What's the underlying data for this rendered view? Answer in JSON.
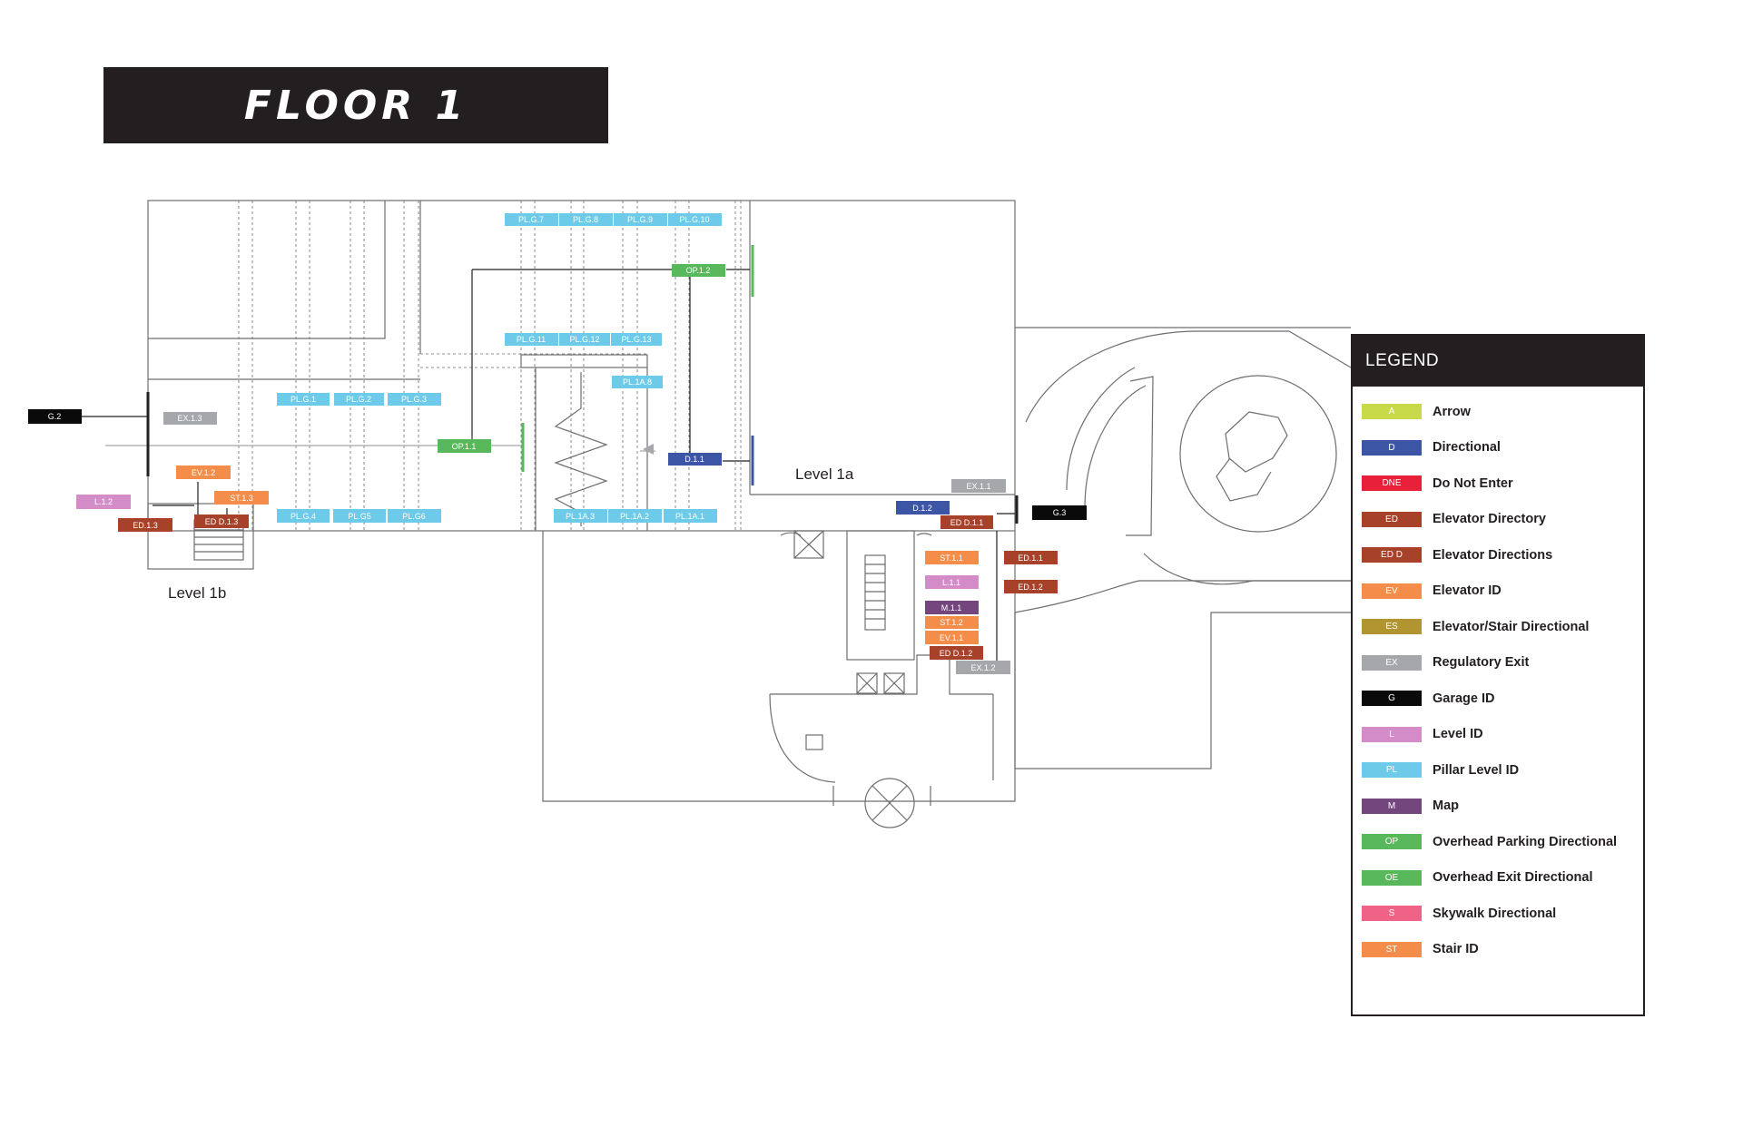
{
  "title": "FLOOR 1",
  "level_labels": {
    "level_1a": "Level 1a",
    "level_1b": "Level 1b"
  },
  "colors": {
    "arrow": "#c8d94a",
    "directional": "#3d55a5",
    "do_not_enter": "#e8203a",
    "elevator_directory": "#a8412a",
    "elevator_id": "#f58d4a",
    "elevator_stair_directional": "#b09530",
    "regulatory_exit": "#a5a7aa",
    "garage_id": "#0a0a0a",
    "level_id": "#d48cc8",
    "pillar_level_id": "#6dcae8",
    "map": "#74467e",
    "overhead_directional": "#5ab85c",
    "skywalk_directional": "#f06288",
    "stair_id": "#f58d4a"
  },
  "signs": {
    "pl_g7": "PL.G.7",
    "pl_g8": "PL.G.8",
    "pl_g9": "PL.G.9",
    "pl_g10": "PL.G.10",
    "op_1_2": "OP.1.2",
    "pl_g11": "PL.G.11",
    "pl_g12": "PL.G.12",
    "pl_g13": "PL.G.13",
    "pl_1a8": "PL.1A.8",
    "pl_g1": "PL.G.1",
    "pl_g2": "PL.G.2",
    "pl_g3": "PL.G.3",
    "g2": "G.2",
    "ex_1_3": "EX.1.3",
    "op_1_1": "OP.1.1",
    "d_1_1": "D.1.1",
    "ev_1_2": "EV.1.2",
    "st_1_3": "ST.1.3",
    "l_1_2": "L.1.2",
    "ed_1_3": "ED.1.3",
    "edd_1_3": "ED D.1.3",
    "pl_g4": "PL.G.4",
    "pl_g5": "PL.G5",
    "pl_g6": "PL.G6",
    "pl_1a3": "PL.1A.3",
    "pl_1a2": "PL.1A.2",
    "pl_1a1": "PL.1A.1",
    "ex_1_1": "EX.1.1",
    "d_1_2": "D.1.2",
    "edd_1_1": "ED D.1.1",
    "g3": "G.3",
    "st_1_1": "ST.1.1",
    "ed_1_1": "ED.1.1",
    "l_1_1": "L.1.1",
    "ed_1_2": "ED.1.2",
    "m_1_1": "M.1.1",
    "st_1_2": "ST.1.2",
    "ev_1_1": "EV.1.1",
    "edd_1_2": "ED D.1.2",
    "ex_1_2": "EX.1.2"
  },
  "legend": {
    "title": "LEGEND",
    "items": [
      {
        "code": "A",
        "label": "Arrow",
        "color": "#c8d94a"
      },
      {
        "code": "D",
        "label": "Directional",
        "color": "#3d55a5"
      },
      {
        "code": "DNE",
        "label": "Do Not Enter",
        "color": "#e8203a"
      },
      {
        "code": "ED",
        "label": "Elevator Directory",
        "color": "#a8412a"
      },
      {
        "code": "ED D",
        "label": "Elevator Directions",
        "color": "#a8412a"
      },
      {
        "code": "EV",
        "label": "Elevator ID",
        "color": "#f58d4a"
      },
      {
        "code": "ES",
        "label": "Elevator/Stair Directional",
        "color": "#b09530"
      },
      {
        "code": "EX",
        "label": "Regulatory Exit",
        "color": "#a5a7aa"
      },
      {
        "code": "G",
        "label": "Garage ID",
        "color": "#0a0a0a"
      },
      {
        "code": "L",
        "label": "Level ID",
        "color": "#d48cc8"
      },
      {
        "code": "PL",
        "label": "Pillar Level ID",
        "color": "#6dcae8"
      },
      {
        "code": "M",
        "label": "Map",
        "color": "#74467e"
      },
      {
        "code": "OP",
        "label": "Overhead Parking Directional",
        "color": "#5ab85c"
      },
      {
        "code": "OE",
        "label": "Overhead Exit Directional",
        "color": "#5ab85c"
      },
      {
        "code": "S",
        "label": "Skywalk Directional",
        "color": "#f06288"
      },
      {
        "code": "ST",
        "label": "Stair ID",
        "color": "#f58d4a"
      }
    ]
  }
}
